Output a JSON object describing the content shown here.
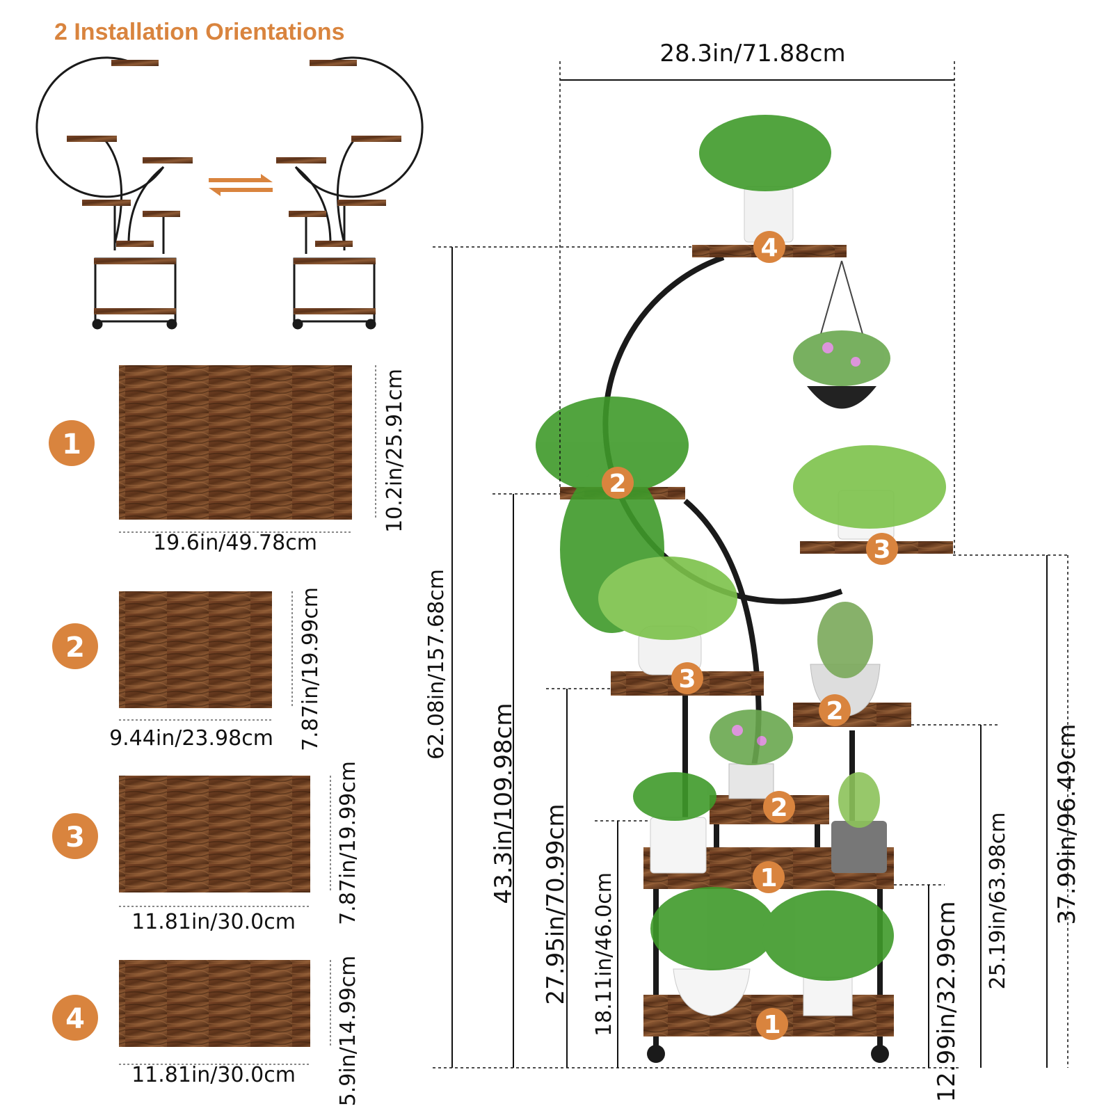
{
  "colors": {
    "accent": "#d9843e",
    "wood_light": "#8a5330",
    "wood_dark": "#4a2a16",
    "frame": "#1a1a1a",
    "leaf": "#3f9a2a",
    "leaf_light": "#7cc24a"
  },
  "header": {
    "title": "2 Installation Orientations"
  },
  "orientation_icons": [
    "swap-arrows-icon"
  ],
  "boards": [
    {
      "badge": "1",
      "width_label": "19.6in/49.78cm",
      "depth_label": "10.2in/25.91cm"
    },
    {
      "badge": "2",
      "width_label": "9.44in/23.98cm",
      "depth_label": "7.87in/19.99cm"
    },
    {
      "badge": "3",
      "width_label": "11.81in/30.0cm",
      "depth_label": "7.87in/19.99cm"
    },
    {
      "badge": "4",
      "width_label": "11.81in/30.0cm",
      "depth_label": "5.9in/14.99cm"
    }
  ],
  "overall": {
    "width_label": "28.3in/71.88cm",
    "total_height_label": "62.08in/157.68cm",
    "left_tier_2_height_label": "43.3in/109.98cm",
    "left_tier_3_height_label": "27.95in/70.99cm",
    "lower_tier_2_height_label": "18.11in/46.0cm",
    "base_tier_1_height_label": "12.99in/32.99cm",
    "right_tier_2_height_label": "25.19in/63.98cm",
    "right_tier_3_height_label": "37.99in/96.49cm"
  },
  "stand_badges": [
    "4",
    "2",
    "3",
    "3",
    "2",
    "2",
    "1",
    "1"
  ]
}
